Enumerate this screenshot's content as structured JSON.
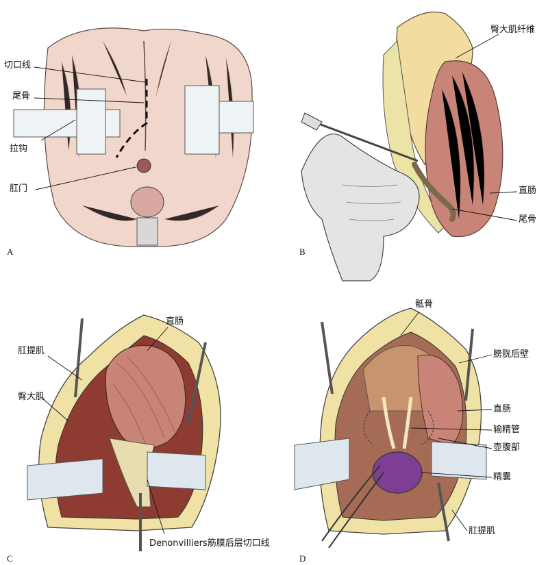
{
  "panels": [
    {
      "letter": "A",
      "labels": [
        "切口线",
        "尾骨",
        "拉钩",
        "肛门"
      ]
    },
    {
      "letter": "B",
      "labels": [
        "臀大肌纤维",
        "直肠",
        "尾骨"
      ]
    },
    {
      "letter": "C",
      "labels": [
        "直肠",
        "肛提肌",
        "臀大肌",
        "Denonvilliers筋膜后层切口线"
      ]
    },
    {
      "letter": "D",
      "labels": [
        "骶骨",
        "膀胱后壁",
        "直肠",
        "输精管",
        "壶腹部",
        "精囊",
        "肛提肌"
      ]
    }
  ],
  "colors": {
    "skin": "#f0d6cb",
    "skin_dark": "#e2b5a6",
    "rectum": "#c98478",
    "fat": "#efe2a4",
    "muscle": "#8e3b32",
    "retractor": "#dfe7ee",
    "seminal": "#7d3f93",
    "line": "#2a2a2a"
  }
}
